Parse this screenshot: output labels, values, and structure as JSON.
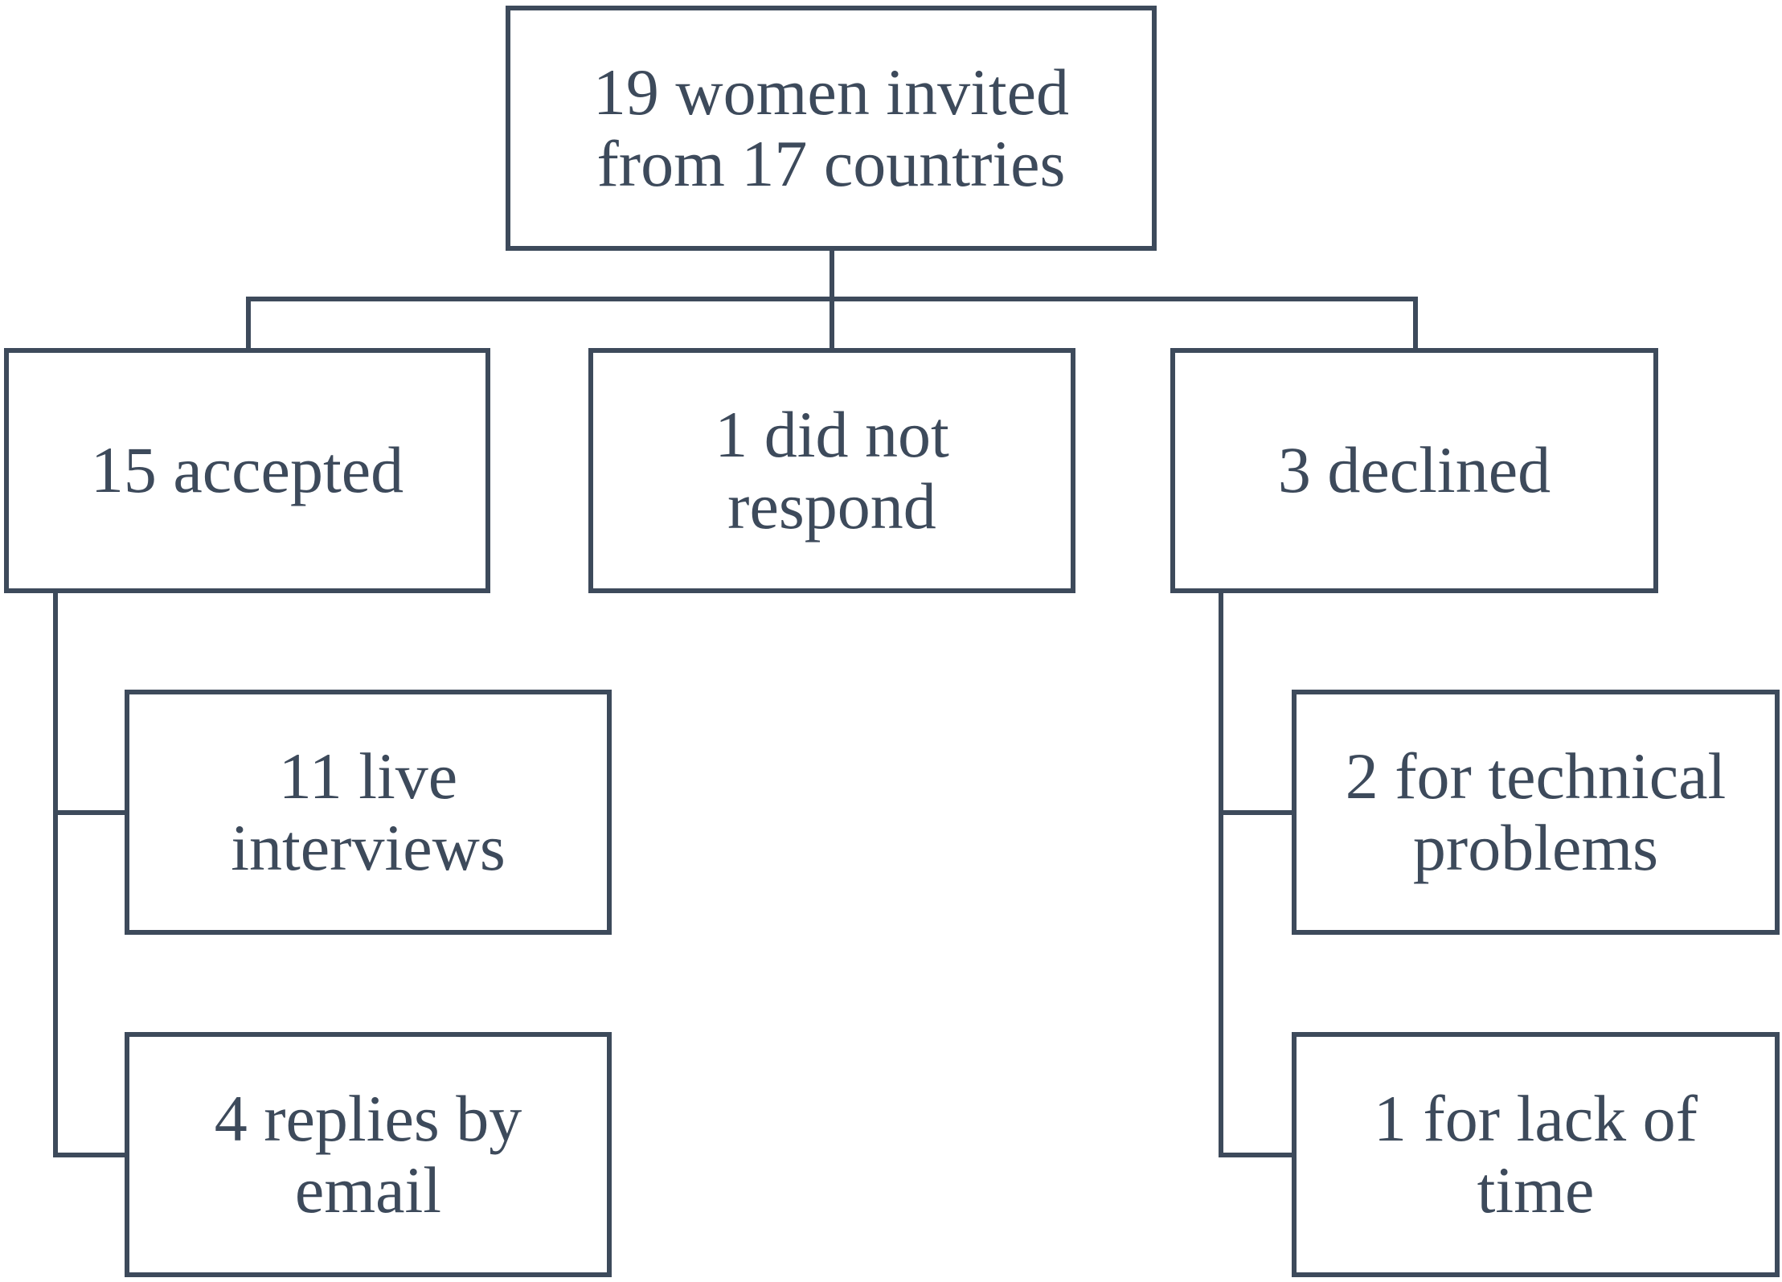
{
  "diagram": {
    "root": {
      "label": "19 women invited\nfrom 17 countries"
    },
    "branches": {
      "accepted": {
        "label": "15 accepted",
        "children": [
          {
            "label": "11 live\ninterviews"
          },
          {
            "label": "4 replies by\nemail"
          }
        ]
      },
      "no_response": {
        "label": "1 did not\nrespond"
      },
      "declined": {
        "label": "3 declined",
        "children": [
          {
            "label": "2 for technical\nproblems"
          },
          {
            "label": "1 for lack of\ntime"
          }
        ]
      }
    }
  },
  "colors": {
    "line": "#3d4a5b",
    "text": "#3d4a5b",
    "background": "#ffffff"
  }
}
